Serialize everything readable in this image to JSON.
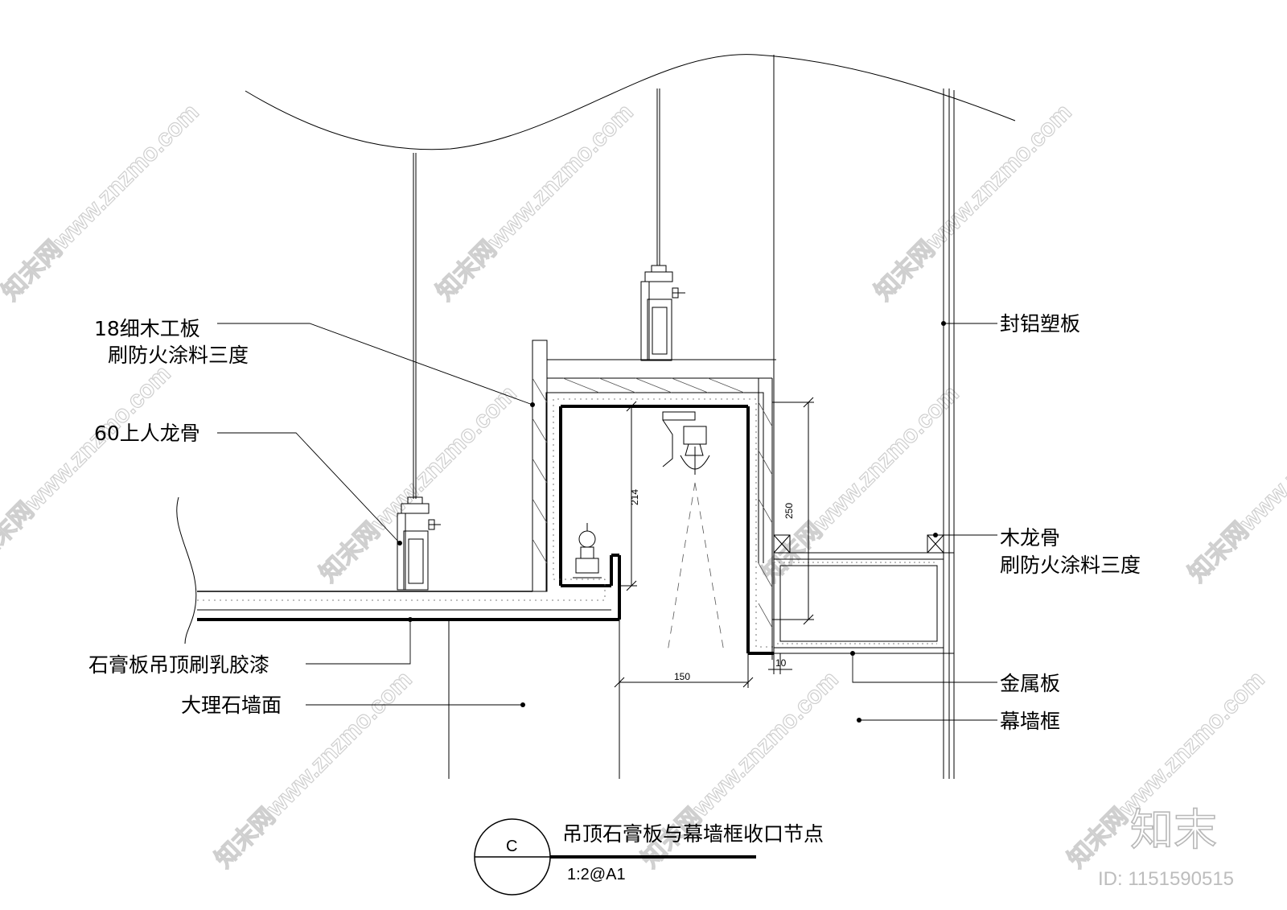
{
  "labels": {
    "wood_board_line1": "18细木工板",
    "wood_board_line2": "刷防火涂料三度",
    "keel_60": "60上人龙骨",
    "gypsum_ceiling": "石膏板吊顶刷乳胶漆",
    "marble_wall": "大理石墙面",
    "aluminum_panel": "封铝塑板",
    "wood_keel_line1": "木龙骨",
    "wood_keel_line2": "刷防火涂料三度",
    "metal_panel": "金属板",
    "curtain_wall_frame": "幕墙框"
  },
  "dimensions": {
    "dim_214": "214",
    "dim_250": "250",
    "dim_150": "150",
    "dim_10": "10"
  },
  "title_block": {
    "bubble_letter": "C",
    "title": "吊顶石膏板与幕墙框收口节点",
    "scale": "1:2@A1"
  },
  "watermark": {
    "text": "知末网www.znzmo.com",
    "brand": "知末",
    "id_text": "ID: 1151590515"
  }
}
